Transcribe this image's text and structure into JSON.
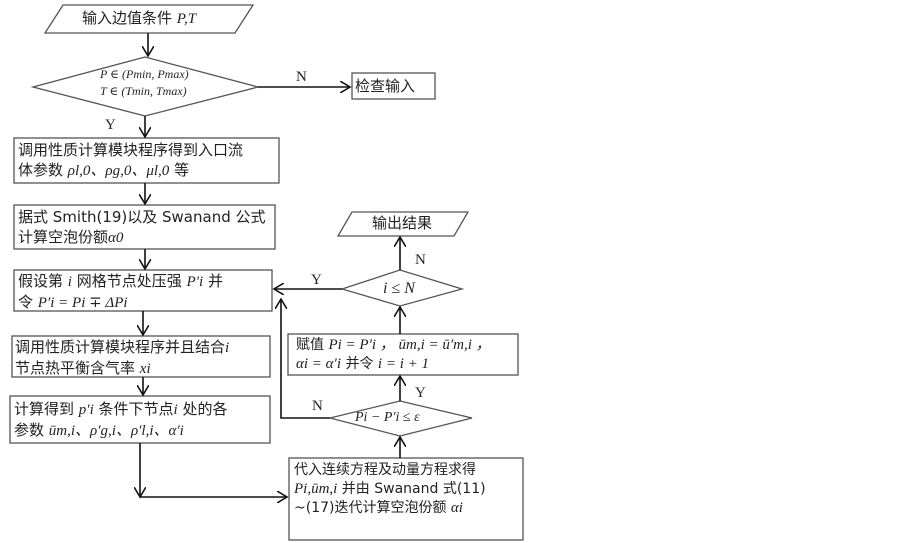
{
  "nodes": {
    "input": {
      "text": "输入边值条件",
      "math": "P,T"
    },
    "check_cond": {
      "line1": "P ∈ (Pmin, Pmax)",
      "line2": "T ∈ (Tmin, Tmax)"
    },
    "check_input": {
      "text": "检查输入"
    },
    "props_inlet": {
      "line1": "调用性质计算模块程序得到入口流",
      "line2_prefix": "体参数",
      "line2_math": "ρl,0、ρg,0、μl,0",
      "line2_suffix": "等"
    },
    "void_init": {
      "line1": "据式 Smith(19)以及 Swanand 公式",
      "line2": "计算空泡份额",
      "math": "α0"
    },
    "assume_pressure": {
      "line1_a": "假设第",
      "line1_i": "i",
      "line1_b": "网格节点处压强",
      "line1_math": "P′i",
      "line1_c": "并",
      "line2_a": "令",
      "line2_math": "P′i = Pi ∓ ΔPi"
    },
    "props_node": {
      "line1": "调用性质计算模块程序并且结合",
      "line1_i": "i",
      "line2": "节点热平衡含气率",
      "line2_math": "xi"
    },
    "calc_params": {
      "line1_a": "计算得到",
      "line1_math": "p′i",
      "line1_b": "条件下节点",
      "line1_i": "i",
      "line1_c": "处的各",
      "line2_a": "参数",
      "line2_math": "ūm,i、ρ′g,i、ρ′l,i、α′i"
    },
    "solve_eq": {
      "line1": "代入连续方程及动量方程求得",
      "line2_math": "Pi,ūm,i",
      "line2_text": "并由 Swanand 式(11)",
      "line3": "~(17)迭代计算空泡份额",
      "line3_math": "αi"
    },
    "converge_check": {
      "math": "Pi − P′i ≤ ε"
    },
    "assign": {
      "line1_a": "赋值",
      "line1_math": "Pi = P′i ， ūm,i = ū′m,i ，",
      "line2_math": "αi = α′i",
      "line2_text": "并令",
      "line2_math2": "i = i + 1"
    },
    "loop_check": {
      "math": "i ≤ N"
    },
    "output": {
      "text": "输出结果"
    }
  },
  "labels": {
    "N1": "N",
    "Y1": "Y",
    "Y_loop": "Y",
    "N_loop": "N",
    "N_conv": "N",
    "Y_conv": "Y"
  }
}
